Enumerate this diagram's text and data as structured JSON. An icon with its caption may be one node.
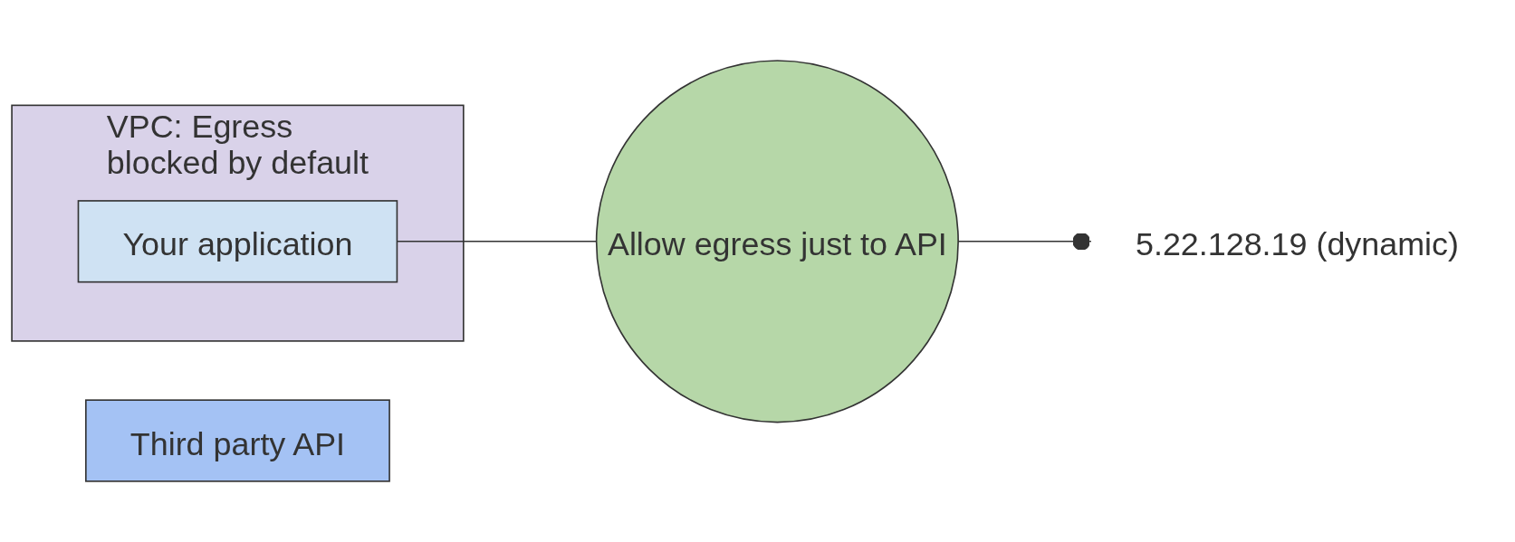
{
  "diagram": {
    "nodes": [
      {
        "text": [
          "VPC: Egress blocked by default"
        ]
      },
      {
        "text": [
          "Your application"
        ],
        "in": 0
      },
      {
        "text": [
          "Allow egress just to API"
        ]
      },
      {
        "text": [
          "5.22.128.19 (dynamic)"
        ]
      },
      {
        "text": [
          "Third party API"
        ]
      }
    ],
    "edges": [
      {
        "from": 1,
        "to": 2,
        "arrow": "none"
      },
      {
        "from": 2,
        "to": 3,
        "arrow": "other"
      }
    ]
  }
}
